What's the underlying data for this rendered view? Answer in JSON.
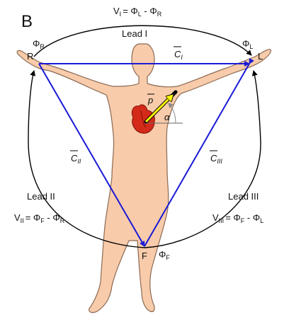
{
  "panel_label": "B",
  "leads": {
    "lead_I": {
      "name": "Lead I",
      "eq_V": "V",
      "eq_V_sub": "I",
      "eq_rhs": "= Φ",
      "eq_rhs_sub1": "L",
      "eq_mid": " - Φ",
      "eq_rhs_sub2": "R"
    },
    "lead_II": {
      "name": "Lead II",
      "eq_V": "V",
      "eq_V_sub": "II",
      "eq_rhs": "= Φ",
      "eq_rhs_sub1": "F",
      "eq_mid": " - Φ",
      "eq_rhs_sub2": "R"
    },
    "lead_III": {
      "name": "Lead III",
      "eq_V": "V",
      "eq_V_sub": "III",
      "eq_rhs": "= Φ",
      "eq_rhs_sub1": "F",
      "eq_mid": " - Φ",
      "eq_rhs_sub2": "L"
    }
  },
  "electrodes": {
    "R": {
      "label": "R",
      "phi": "Φ",
      "phi_sub": "R"
    },
    "L": {
      "label": "L",
      "phi": "Φ",
      "phi_sub": "L"
    },
    "F": {
      "label": "F",
      "phi": "Φ",
      "phi_sub": "F"
    }
  },
  "vectors": {
    "C_I": {
      "sym": "C",
      "sub": "I"
    },
    "C_II": {
      "sym": "C",
      "sub": "II"
    },
    "C_III": {
      "sym": "C",
      "sub": "III"
    },
    "p": {
      "sym": "p"
    },
    "alpha": {
      "sym": "α"
    }
  },
  "colors": {
    "triangle": "#1a1ad6",
    "body_fill": "#f8cbaa",
    "body_stroke": "#8a6a55",
    "heart": "#d42a1a",
    "dipole_arrow": "#ffff00",
    "curve": "#000000"
  }
}
